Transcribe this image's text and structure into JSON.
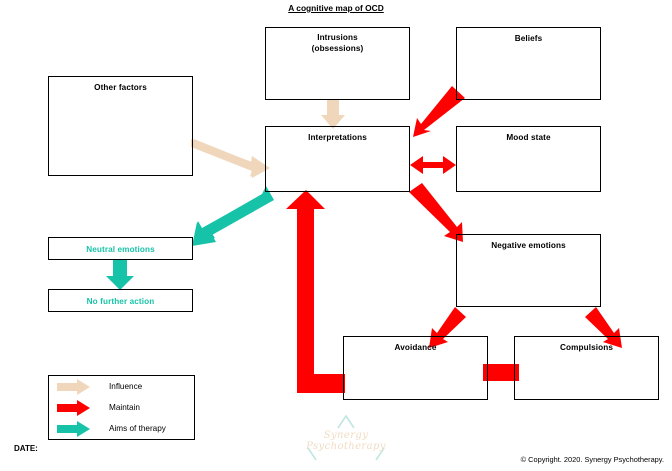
{
  "title": {
    "text": "A cognitive map of OCD"
  },
  "colors": {
    "influence": "#F0D7BC",
    "maintain": "#FF0000",
    "therapy": "#17C3A8",
    "box_border": "#000000",
    "text": "#000000",
    "watermark": "#F0DCC4",
    "watermark_mark": "#BFE7E2"
  },
  "nodes": [
    {
      "id": "other-factors",
      "label": "Other factors",
      "label2": ""
    },
    {
      "id": "intrusions",
      "label": "Intrusions",
      "label2": "(obsessions)"
    },
    {
      "id": "beliefs",
      "label": "Beliefs",
      "label2": ""
    },
    {
      "id": "interpretations",
      "label": "Interpretations",
      "label2": ""
    },
    {
      "id": "mood-state",
      "label": "Mood state",
      "label2": ""
    },
    {
      "id": "neutral-emotions",
      "label": "Neutral emotions",
      "label2": ""
    },
    {
      "id": "no-further-action",
      "label": "No further action",
      "label2": ""
    },
    {
      "id": "negative-emotions",
      "label": "Negative emotions",
      "label2": ""
    },
    {
      "id": "avoidance",
      "label": "Avoidance",
      "label2": ""
    },
    {
      "id": "compulsions",
      "label": "Compulsions",
      "label2": ""
    }
  ],
  "legend": {
    "items": [
      {
        "key": "influence",
        "label": "Influence",
        "color": "#F0D7BC"
      },
      {
        "key": "maintain",
        "label": "Maintain",
        "color": "#FF0000"
      },
      {
        "key": "therapy",
        "label": "Aims of therapy",
        "color": "#17C3A8"
      }
    ]
  },
  "footer": {
    "date_label": "DATE:",
    "copyright": "© Copyright. 2020. Synergy Psychotherapy."
  },
  "watermark": {
    "text": "Synergy Psychotherapy"
  }
}
